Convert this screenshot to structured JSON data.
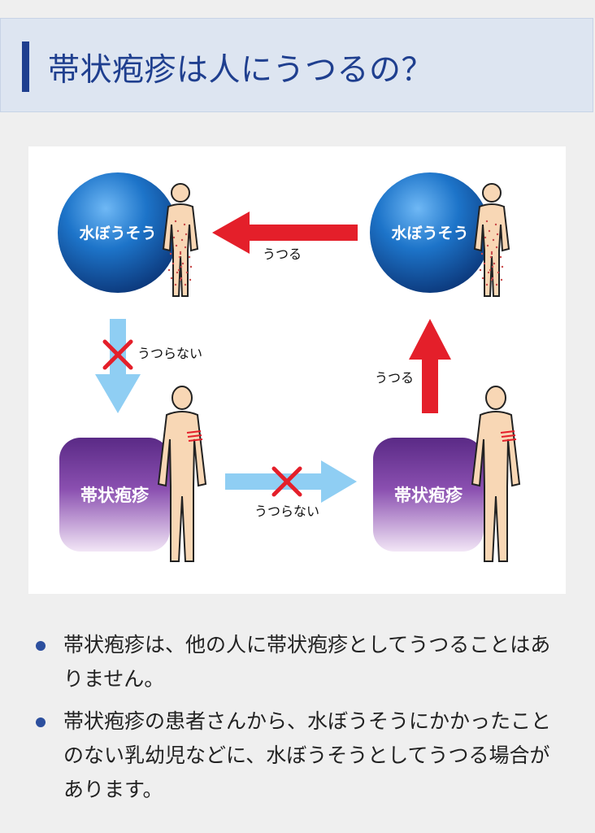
{
  "header": {
    "title": "帯状疱疹は人にうつるの？"
  },
  "diagram": {
    "nodes": {
      "top_left": "水ぼうそう",
      "top_right": "水ぼうそう",
      "bottom_left": "帯状疱疹",
      "bottom_right": "帯状疱疹"
    },
    "arrows": {
      "top": "うつる",
      "left": "うつらない",
      "bottom": "うつらない",
      "right": "うつる"
    },
    "colors": {
      "transmits": "#e41f2a",
      "no_transmit": "#8fcef3",
      "cross": "#e41f2a",
      "chickenpox_sphere": "#1d74c9",
      "shingles_box": "#8447a6",
      "skin": "#f8d7b5"
    }
  },
  "notes": [
    "帯状疱疹は、他の人に帯状疱疹としてうつることはありません。",
    "帯状疱疹の患者さんから、水ぼうそうにかかったことのない乳幼児などに、水ぼうそうとしてうつる場合があります。"
  ]
}
